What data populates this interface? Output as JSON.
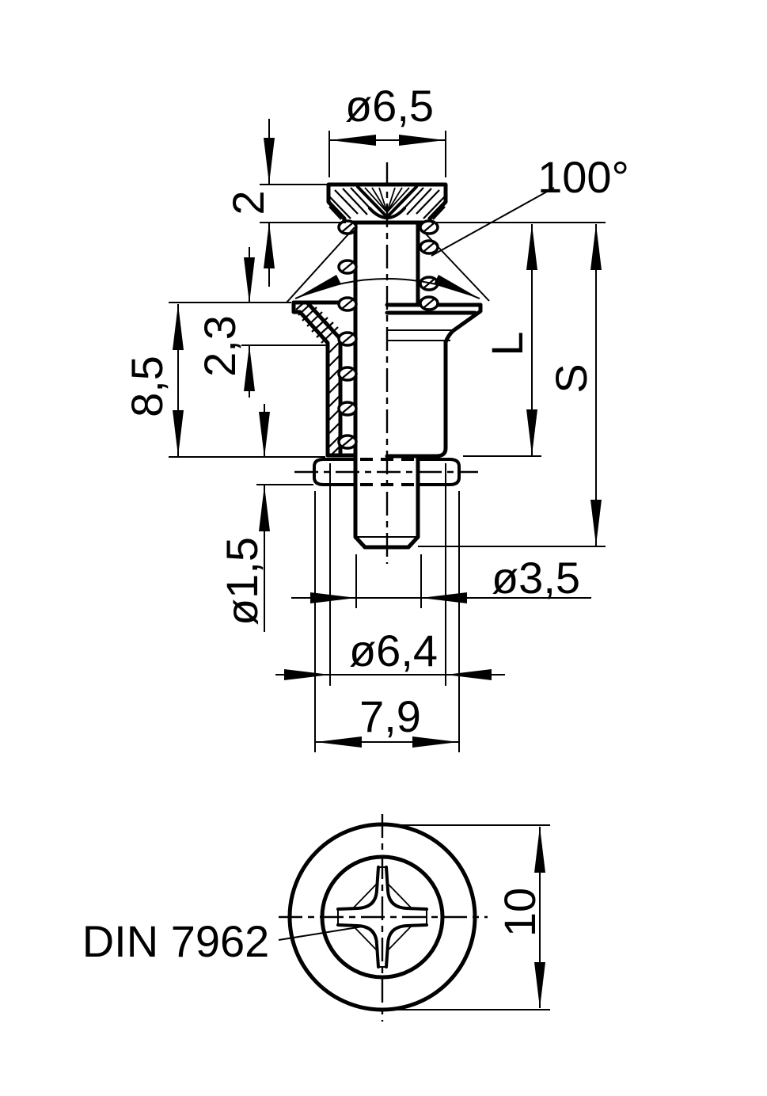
{
  "page": {
    "background": "#ffffff",
    "ink": "#000000"
  },
  "labels": {
    "head_dia": "ø6,5",
    "csk_angle": "100°",
    "head_height": "2",
    "flange_height": "2,3",
    "body_length": "8,5",
    "grip_length": "L",
    "overall_length": "S",
    "pin_dia": "ø1,5",
    "thread_dia": "ø3,5",
    "shoulder_dia": "ø6,4",
    "pin_length": "7,9",
    "recess_standard": "DIN 7962",
    "head_outer_dia": "10"
  }
}
